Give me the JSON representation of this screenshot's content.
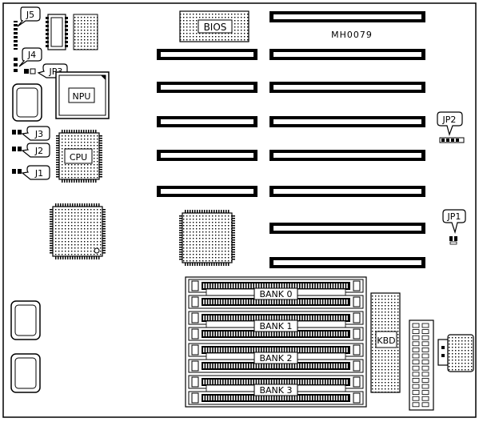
{
  "board": {
    "model": "MH0079"
  },
  "labels": {
    "bios": "BIOS",
    "npu": "NPU",
    "cpu": "CPU",
    "kbd": "KBD",
    "j5": "J5",
    "j4": "J4",
    "jp3": "JP3",
    "j3": "J3",
    "j2": "J2",
    "j1": "J1",
    "jp2": "JP2",
    "jp1": "JP1"
  },
  "memory_banks": [
    "BANK 0",
    "BANK 1",
    "BANK 2",
    "BANK 3"
  ],
  "colors": {
    "ink": "#000000",
    "paper": "#ffffff"
  }
}
